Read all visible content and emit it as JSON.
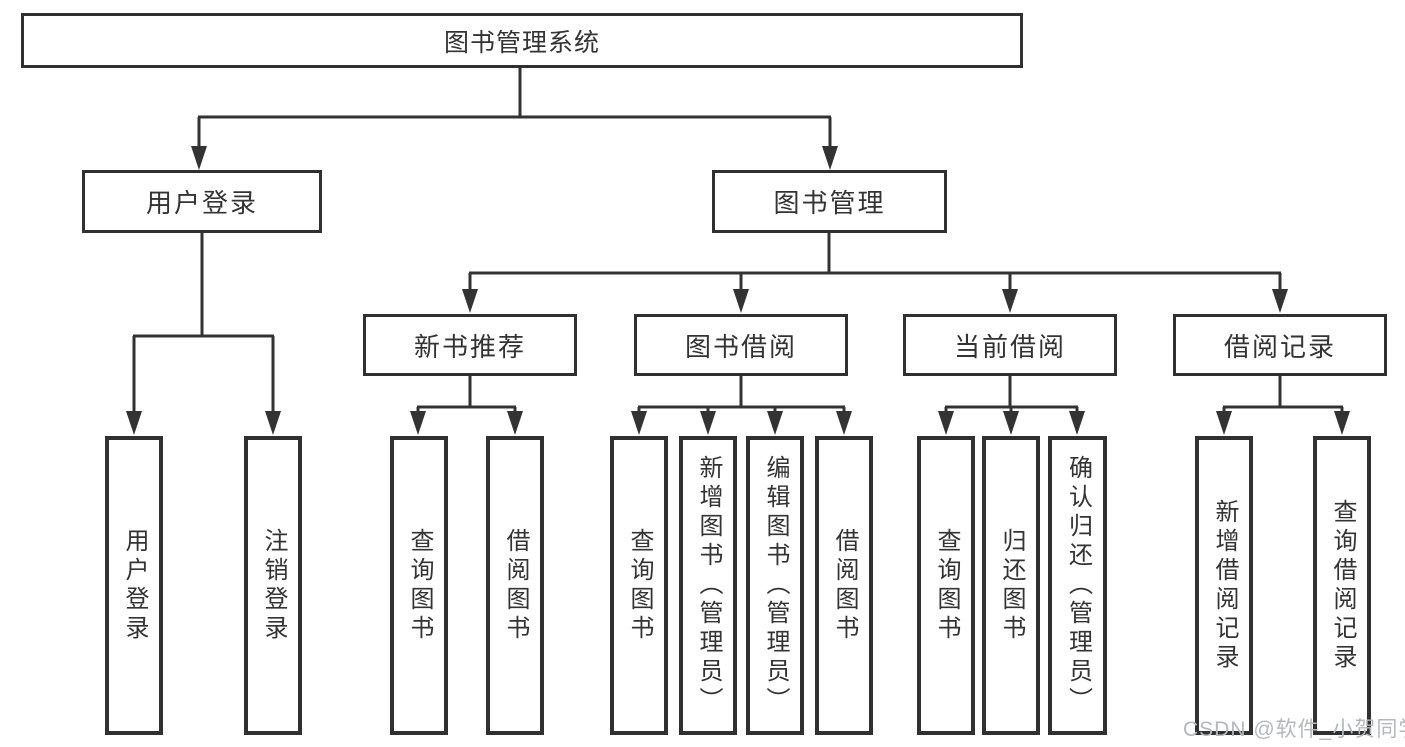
{
  "colors": {
    "line": "#333333",
    "box_border": "#303030",
    "text": "#333333",
    "watermark": "#b4b8bc",
    "background": "#ffffff"
  },
  "watermark": {
    "text": "CSDN @软件_小贺同学"
  },
  "tree": {
    "root": "图书管理系统",
    "level2": [
      {
        "label": "用户登录",
        "children": [
          "用户登录",
          "注销登录"
        ]
      },
      {
        "label": "图书管理",
        "sections": [
          {
            "label": "新书推荐",
            "children": [
              "查询图书",
              "借阅图书"
            ]
          },
          {
            "label": "图书借阅",
            "children": [
              "查询图书",
              "新增图书（管理员）",
              "编辑图书（管理员）",
              "借阅图书"
            ]
          },
          {
            "label": "当前借阅",
            "children": [
              "查询图书",
              "归还图书",
              "确认归还（管理员）"
            ]
          },
          {
            "label": "借阅记录",
            "children": [
              "新增借阅记录",
              "查询借阅记录"
            ]
          }
        ]
      }
    ]
  }
}
